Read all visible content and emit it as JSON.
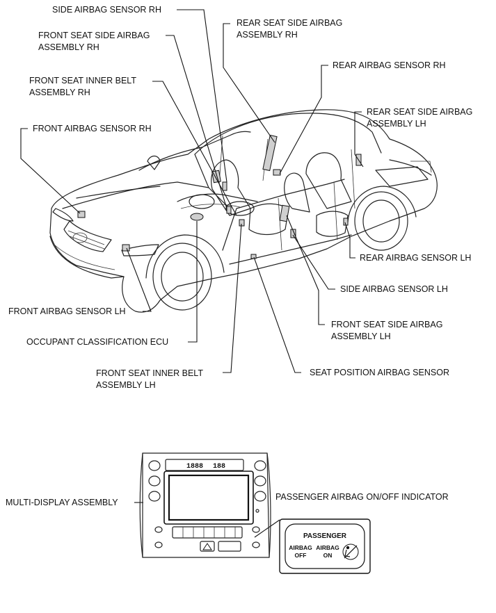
{
  "labels": {
    "side_airbag_sensor_rh": "SIDE AIRBAG SENSOR RH",
    "front_seat_side_airbag_rh_1": "FRONT SEAT SIDE AIRBAG",
    "front_seat_side_airbag_rh_2": "ASSEMBLY RH",
    "front_seat_inner_belt_rh_1": "FRONT SEAT INNER BELT",
    "front_seat_inner_belt_rh_2": "ASSEMBLY RH",
    "front_airbag_sensor_rh": "FRONT AIRBAG SENSOR RH",
    "rear_seat_side_airbag_rh_1": "REAR SEAT SIDE AIRBAG",
    "rear_seat_side_airbag_rh_2": "ASSEMBLY RH",
    "rear_airbag_sensor_rh": "REAR AIRBAG SENSOR RH",
    "rear_seat_side_airbag_lh_1": "REAR SEAT SIDE AIRBAG",
    "rear_seat_side_airbag_lh_2": "ASSEMBLY LH",
    "rear_airbag_sensor_lh": "REAR AIRBAG SENSOR LH",
    "side_airbag_sensor_lh": "SIDE AIRBAG SENSOR LH",
    "front_seat_side_airbag_lh_1": "FRONT SEAT SIDE AIRBAG",
    "front_seat_side_airbag_lh_2": "ASSEMBLY LH",
    "seat_position_airbag_sensor": "SEAT POSITION AIRBAG SENSOR",
    "front_seat_inner_belt_lh_1": "FRONT SEAT INNER BELT",
    "front_seat_inner_belt_lh_2": "ASSEMBLY LH",
    "occupant_classification_ecu": "OCCUPANT CLASSIFICATION ECU",
    "front_airbag_sensor_lh": "FRONT AIRBAG SENSOR LH",
    "multi_display_assembly": "MULTI-DISPLAY ASSEMBLY",
    "passenger_airbag_indicator": "PASSENGER AIRBAG ON/OFF INDICATOR"
  },
  "indicator": {
    "title": "PASSENGER",
    "off_line1": "AIRBAG",
    "off_line2": "OFF",
    "on_line1": "AIRBAG",
    "on_line2": "ON"
  }
}
